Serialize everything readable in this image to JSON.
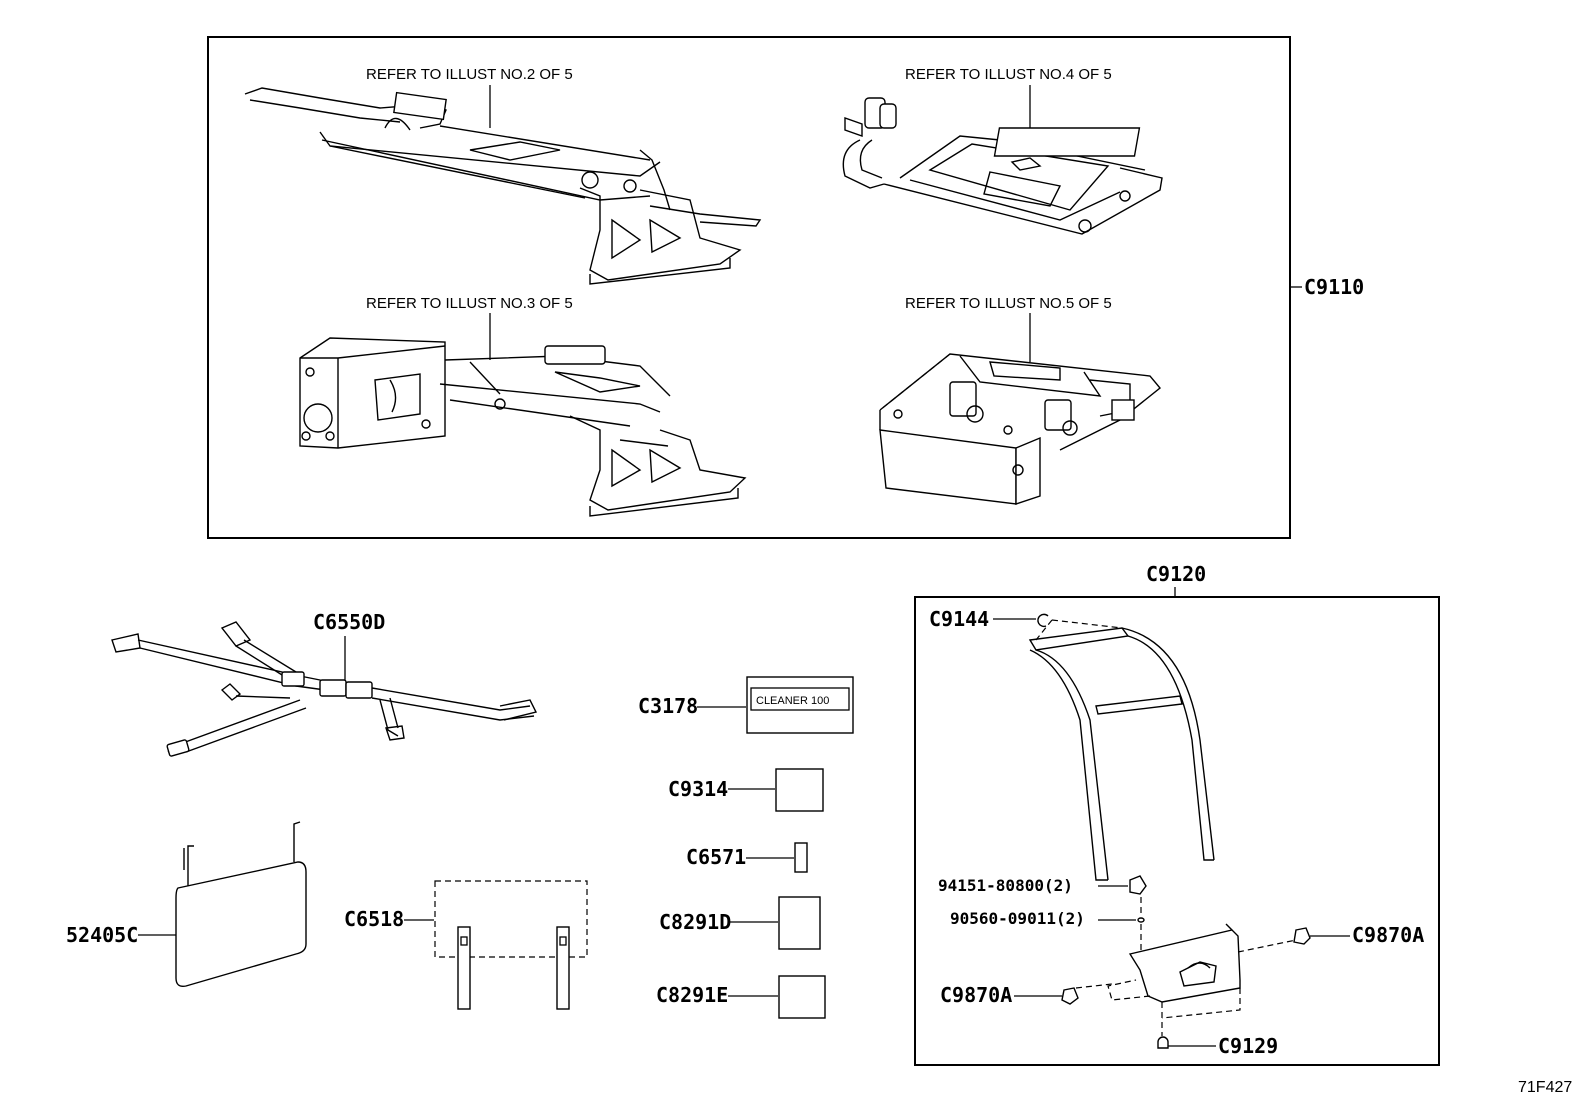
{
  "refer_labels": {
    "top_left": "REFER TO ILLUST NO.2 OF 5",
    "top_right": "REFER TO ILLUST NO.4 OF 5",
    "bottom_left": "REFER TO ILLUST NO.3 OF 5",
    "bottom_right": "REFER TO ILLUST NO.5 OF 5"
  },
  "parts": {
    "c9110": "C9110",
    "c9120": "C9120",
    "c6550d": "C6550D",
    "c3178": "C3178",
    "c9314": "C9314",
    "c6571": "C6571",
    "c8291d": "C8291D",
    "c8291e": "C8291E",
    "c6518": "C6518",
    "p52405c": "52405C",
    "c9144": "C9144",
    "p94151": "94151-80800(2)",
    "p90560": "90560-09011(2)",
    "c9870a_right": "C9870A",
    "c9870a_left": "C9870A",
    "c9129": "C9129"
  },
  "cleaner_tag": "CLEANER 100",
  "diagram_code": "71F427"
}
